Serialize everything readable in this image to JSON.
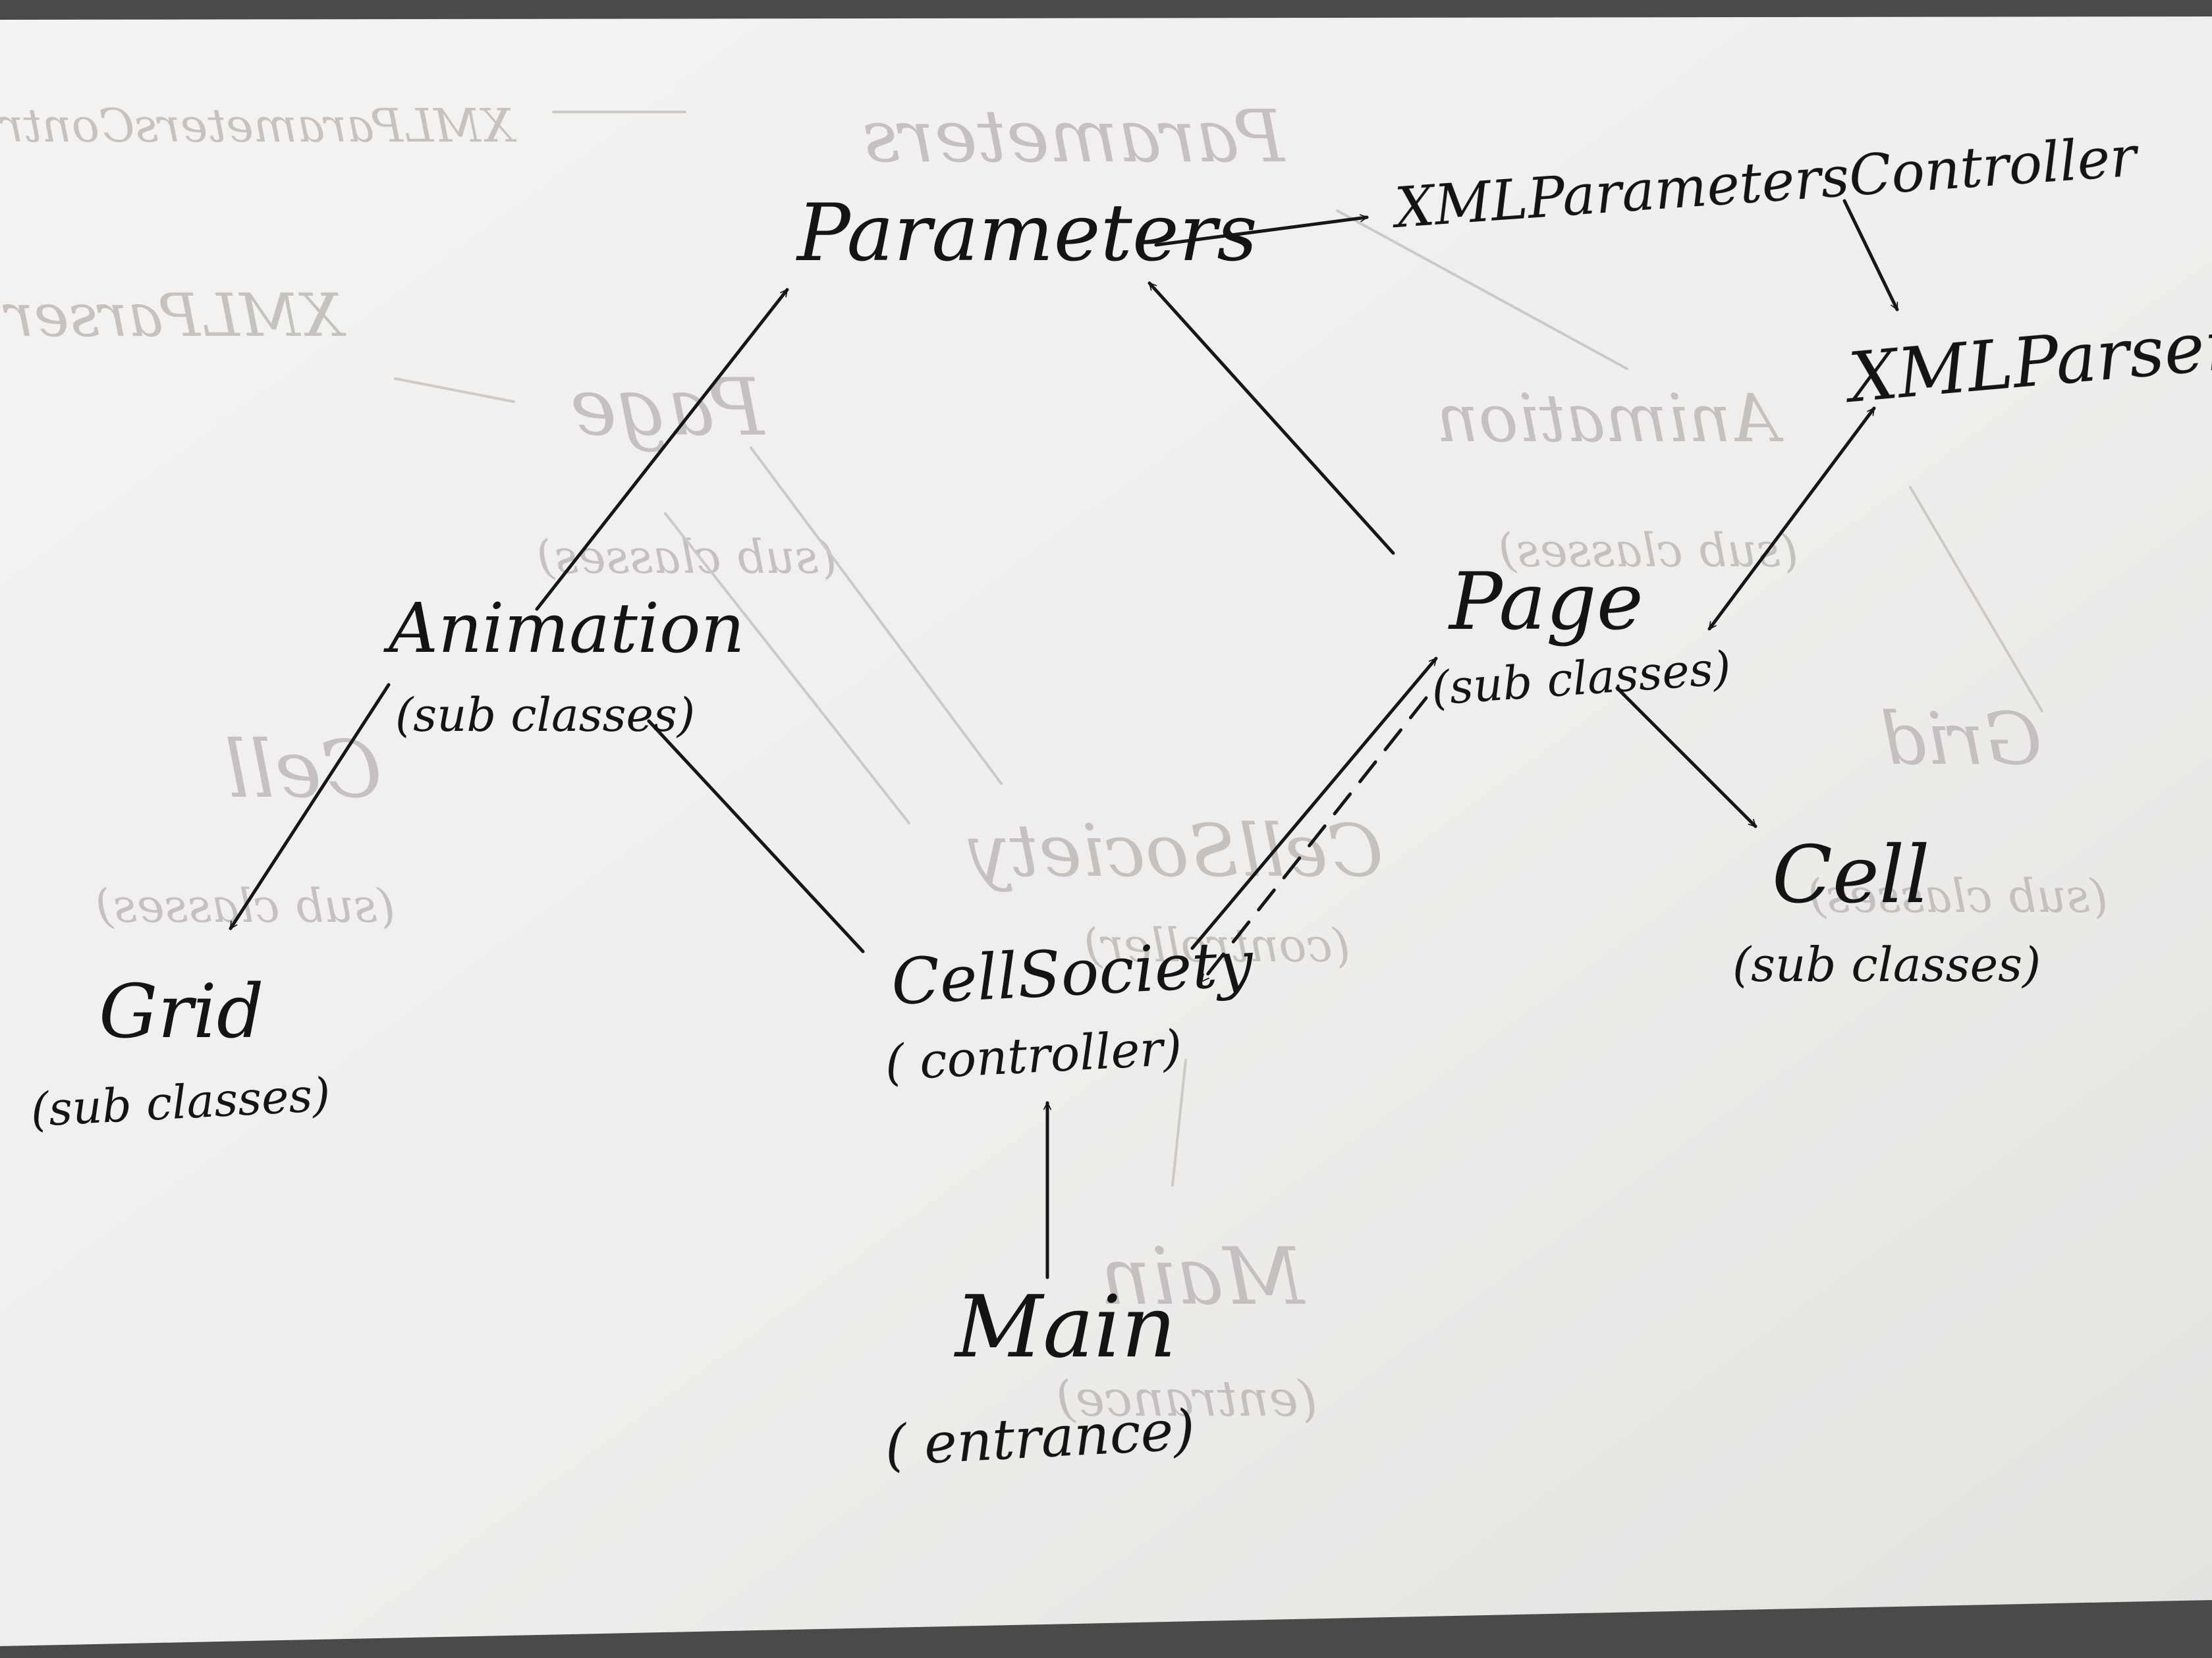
{
  "diagram": {
    "nodes": [
      {
        "id": "parameters",
        "title": "Parameters",
        "subtitle": ""
      },
      {
        "id": "xml_parameters_controller",
        "title": "XMLParametersController",
        "subtitle": ""
      },
      {
        "id": "xml_parser",
        "title": "XMLParser",
        "subtitle": ""
      },
      {
        "id": "animation",
        "title": "Animation",
        "subtitle": "(sub classes)"
      },
      {
        "id": "page",
        "title": "Page",
        "subtitle": "(sub classes)"
      },
      {
        "id": "grid",
        "title": "Grid",
        "subtitle": "(sub classes)"
      },
      {
        "id": "cell_society",
        "title": "CellSociety",
        "subtitle": "( controller)"
      },
      {
        "id": "cell",
        "title": "Cell",
        "subtitle": "(sub classes)"
      },
      {
        "id": "main",
        "title": "Main",
        "subtitle": "( entrance)"
      }
    ],
    "edges": [
      {
        "from": "parameters",
        "to": "xml_parameters_controller",
        "style": "solid",
        "arrow": "end"
      },
      {
        "from": "xml_parameters_controller",
        "to": "xml_parser",
        "style": "solid",
        "arrow": "end"
      },
      {
        "from": "animation",
        "to": "parameters",
        "style": "solid",
        "arrow": "end"
      },
      {
        "from": "page",
        "to": "parameters",
        "style": "solid",
        "arrow": "end"
      },
      {
        "from": "page",
        "to": "xml_parser",
        "style": "solid",
        "arrow": "both"
      },
      {
        "from": "animation",
        "to": "grid",
        "style": "solid",
        "arrow": "end"
      },
      {
        "from": "cell_society",
        "to": "animation",
        "style": "solid",
        "arrow": "none"
      },
      {
        "from": "cell_society",
        "to": "page",
        "style": "solid",
        "arrow": "end"
      },
      {
        "from": "page",
        "to": "cell_society",
        "style": "dashed",
        "arrow": "end"
      },
      {
        "from": "page",
        "to": "cell",
        "style": "solid",
        "arrow": "end"
      },
      {
        "from": "main",
        "to": "cell_society",
        "style": "solid",
        "arrow": "end"
      }
    ],
    "ink_color": "#161616",
    "paper_color": "#f2f1ef"
  },
  "bleed_through": {
    "lines": [
      "Parameters",
      "XMLParametersControl",
      "XMLParser",
      "Page",
      "(sub classes)",
      "Animation",
      "(sub classes)",
      "Cell",
      "(sub classes)",
      "CellSociety",
      "(controller)",
      "Grid",
      "(sub classes)",
      "Main",
      "(entrance)"
    ]
  }
}
